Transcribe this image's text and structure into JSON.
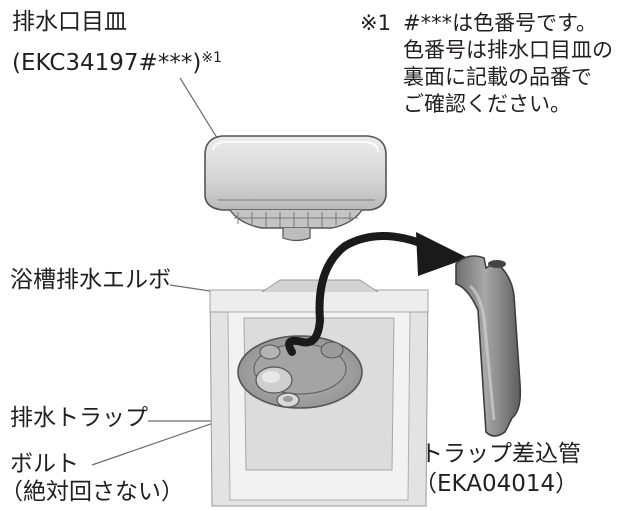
{
  "labels": {
    "drain_cover_name": "排水口目皿",
    "drain_cover_code": "(EKC34197#***)",
    "drain_cover_mark": "※1",
    "elbow": "浴槽排水エルボ",
    "trap": "排水トラップ",
    "bolt": "ボルト",
    "bolt_note": "（絶対回さない）",
    "pipe_name": "トラップ差込管",
    "pipe_code": "（EKA04014）"
  },
  "note": {
    "mark": "※1",
    "lines": [
      "#***は色番号です。",
      "色番号は排水口目皿の",
      "裏面に記載の品番で",
      "ご確認ください。"
    ]
  }
}
